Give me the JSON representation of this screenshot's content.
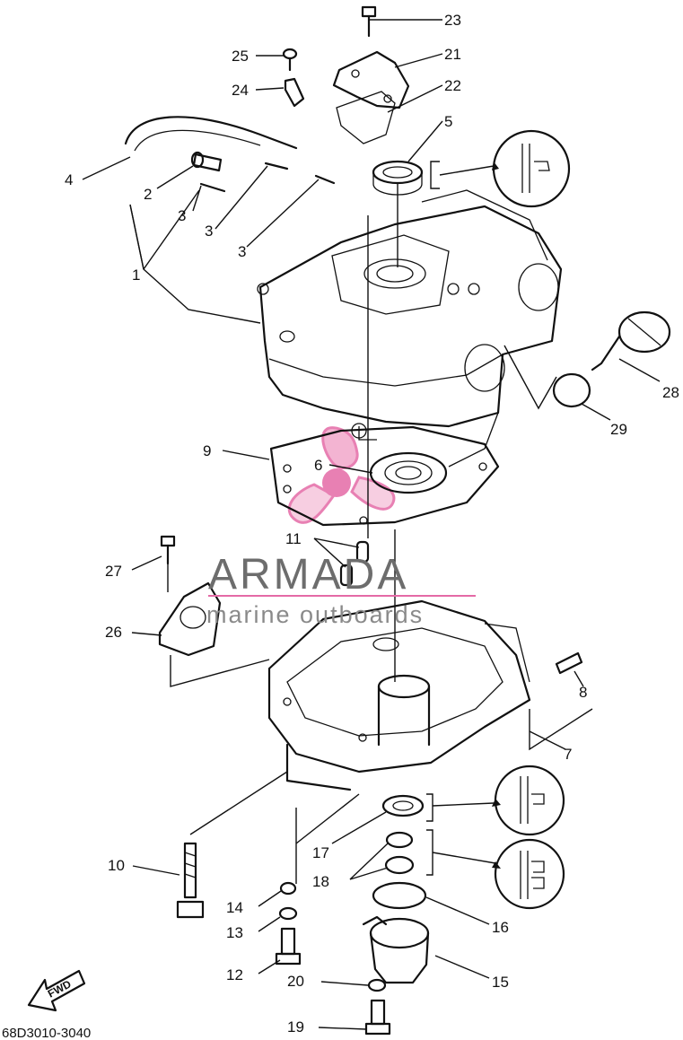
{
  "callouts": [
    {
      "id": "1",
      "label": "1"
    },
    {
      "id": "2",
      "label": "2"
    },
    {
      "id": "3a",
      "label": "3"
    },
    {
      "id": "3b",
      "label": "3"
    },
    {
      "id": "3c",
      "label": "3"
    },
    {
      "id": "4",
      "label": "4"
    },
    {
      "id": "5",
      "label": "5"
    },
    {
      "id": "6",
      "label": "6"
    },
    {
      "id": "7",
      "label": "7"
    },
    {
      "id": "8",
      "label": "8"
    },
    {
      "id": "9",
      "label": "9"
    },
    {
      "id": "10",
      "label": "10"
    },
    {
      "id": "11",
      "label": "11"
    },
    {
      "id": "12",
      "label": "12"
    },
    {
      "id": "13",
      "label": "13"
    },
    {
      "id": "14",
      "label": "14"
    },
    {
      "id": "15",
      "label": "15"
    },
    {
      "id": "16",
      "label": "16"
    },
    {
      "id": "17",
      "label": "17"
    },
    {
      "id": "18",
      "label": "18"
    },
    {
      "id": "19",
      "label": "19"
    },
    {
      "id": "20",
      "label": "20"
    },
    {
      "id": "21",
      "label": "21"
    },
    {
      "id": "22",
      "label": "22"
    },
    {
      "id": "23",
      "label": "23"
    },
    {
      "id": "24",
      "label": "24"
    },
    {
      "id": "25",
      "label": "25"
    },
    {
      "id": "26",
      "label": "26"
    },
    {
      "id": "27",
      "label": "27"
    },
    {
      "id": "28",
      "label": "28"
    },
    {
      "id": "29",
      "label": "29"
    }
  ],
  "diagram_code": "68D3010-3040",
  "fwd_label": "FWD",
  "watermark": {
    "brand": "ARMADA",
    "tagline": "marine outboards",
    "color": "#e46aa6"
  }
}
